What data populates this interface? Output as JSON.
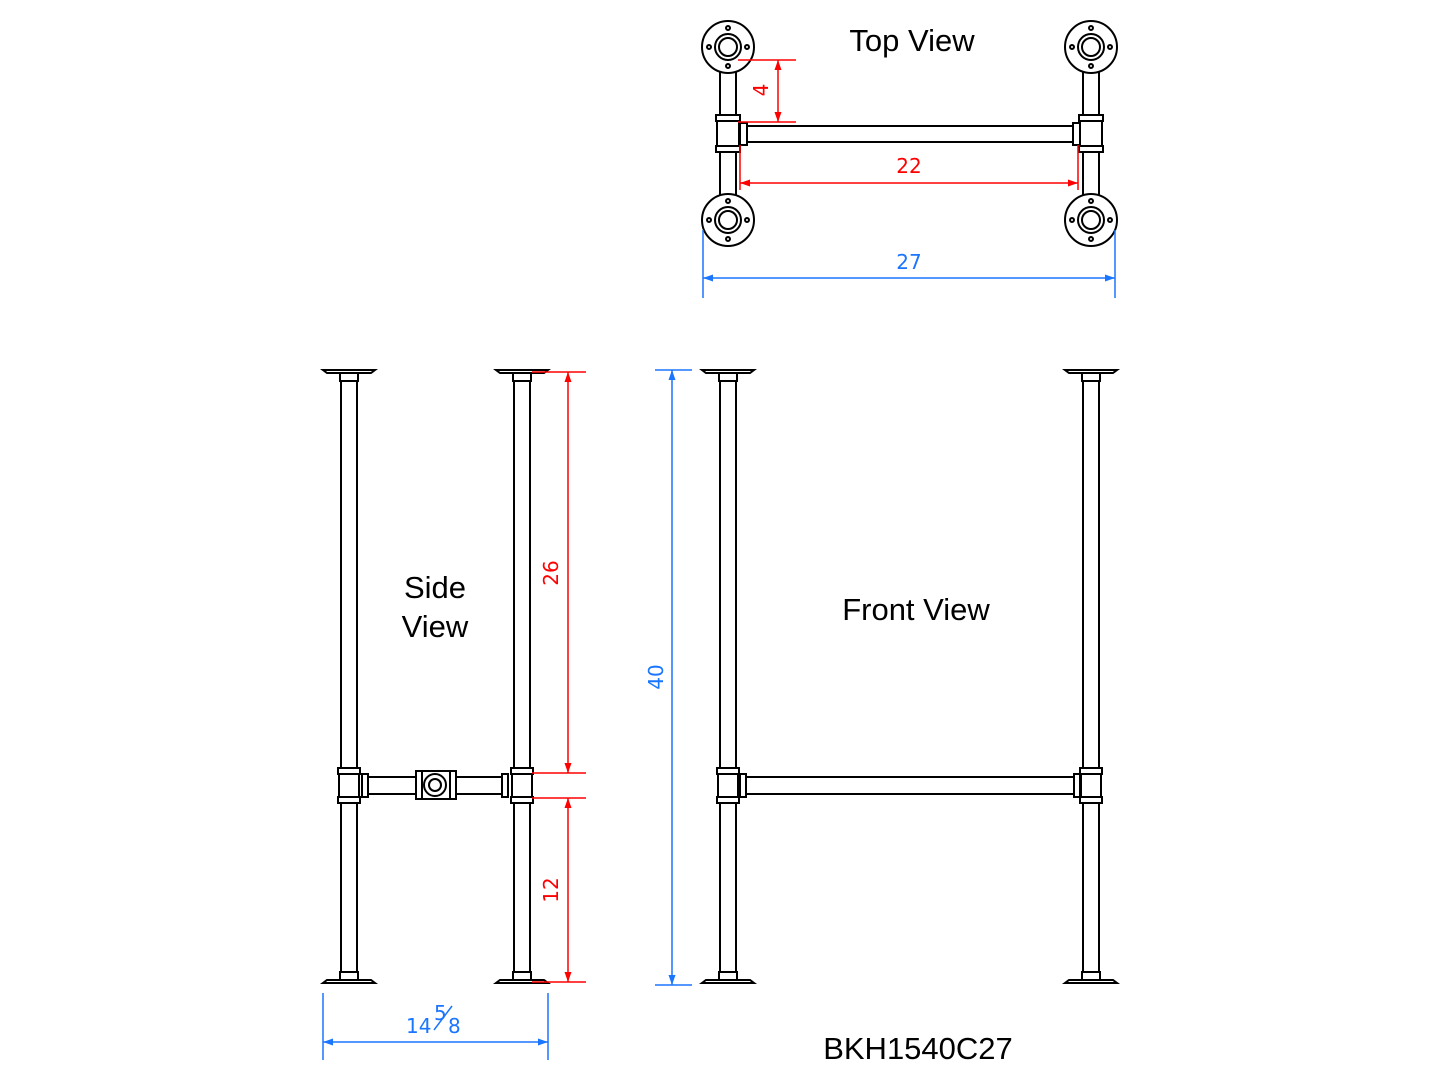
{
  "views": {
    "top": "Top View",
    "side_line1": "Side",
    "side_line2": "View",
    "front": "Front View"
  },
  "model_code": "BKH1540C27",
  "dimensions": {
    "flange_offset": "4",
    "inner_span": "22",
    "overall_width": "27",
    "upper_height": "26",
    "lower_height": "12",
    "overall_height": "40",
    "depth_whole": "14",
    "depth_num": "5",
    "depth_den": "8"
  },
  "colors": {
    "line": "#000000",
    "dim_red": "#ff0000",
    "dim_blue": "#1a75ff"
  }
}
